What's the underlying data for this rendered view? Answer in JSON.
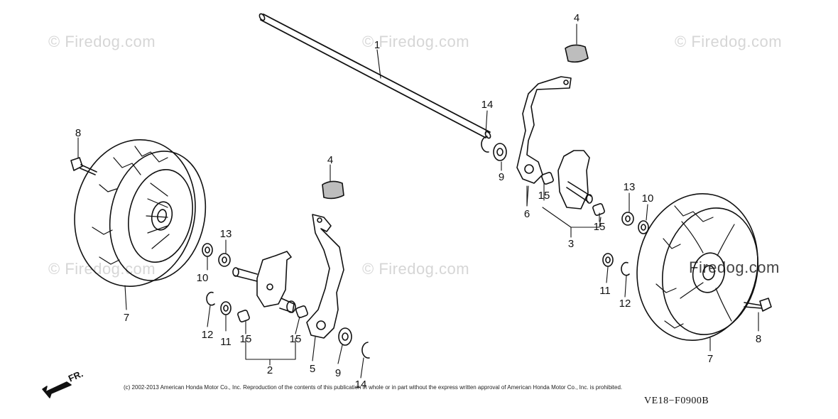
{
  "watermark": "© Firedog.com",
  "watermark_overlay": "Firedog.com",
  "copyright": "(c) 2002-2013 American Honda Motor Co., Inc. Reproduction of the contents of this publication in whole or in part without the express written approval of American Honda Motor Co., Inc. is prohibited.",
  "figure_code": "VE18−F0900B",
  "front_arrow_label": "FR.",
  "callouts": [
    {
      "id": "c1",
      "label": "1"
    },
    {
      "id": "c2",
      "label": "2"
    },
    {
      "id": "c3",
      "label": "3"
    },
    {
      "id": "c4a",
      "label": "4"
    },
    {
      "id": "c4b",
      "label": "4"
    },
    {
      "id": "c5",
      "label": "5"
    },
    {
      "id": "c6",
      "label": "6"
    },
    {
      "id": "c7a",
      "label": "7"
    },
    {
      "id": "c7b",
      "label": "7"
    },
    {
      "id": "c8a",
      "label": "8"
    },
    {
      "id": "c8b",
      "label": "8"
    },
    {
      "id": "c9a",
      "label": "9"
    },
    {
      "id": "c9b",
      "label": "9"
    },
    {
      "id": "c10a",
      "label": "10"
    },
    {
      "id": "c10b",
      "label": "10"
    },
    {
      "id": "c11a",
      "label": "11"
    },
    {
      "id": "c11b",
      "label": "11"
    },
    {
      "id": "c12a",
      "label": "12"
    },
    {
      "id": "c12b",
      "label": "12"
    },
    {
      "id": "c13a",
      "label": "13"
    },
    {
      "id": "c13b",
      "label": "13"
    },
    {
      "id": "c14a",
      "label": "14"
    },
    {
      "id": "c14b",
      "label": "14"
    },
    {
      "id": "c15a",
      "label": "15"
    },
    {
      "id": "c15b",
      "label": "15"
    },
    {
      "id": "c15c",
      "label": "15"
    },
    {
      "id": "c15d",
      "label": "15"
    }
  ]
}
